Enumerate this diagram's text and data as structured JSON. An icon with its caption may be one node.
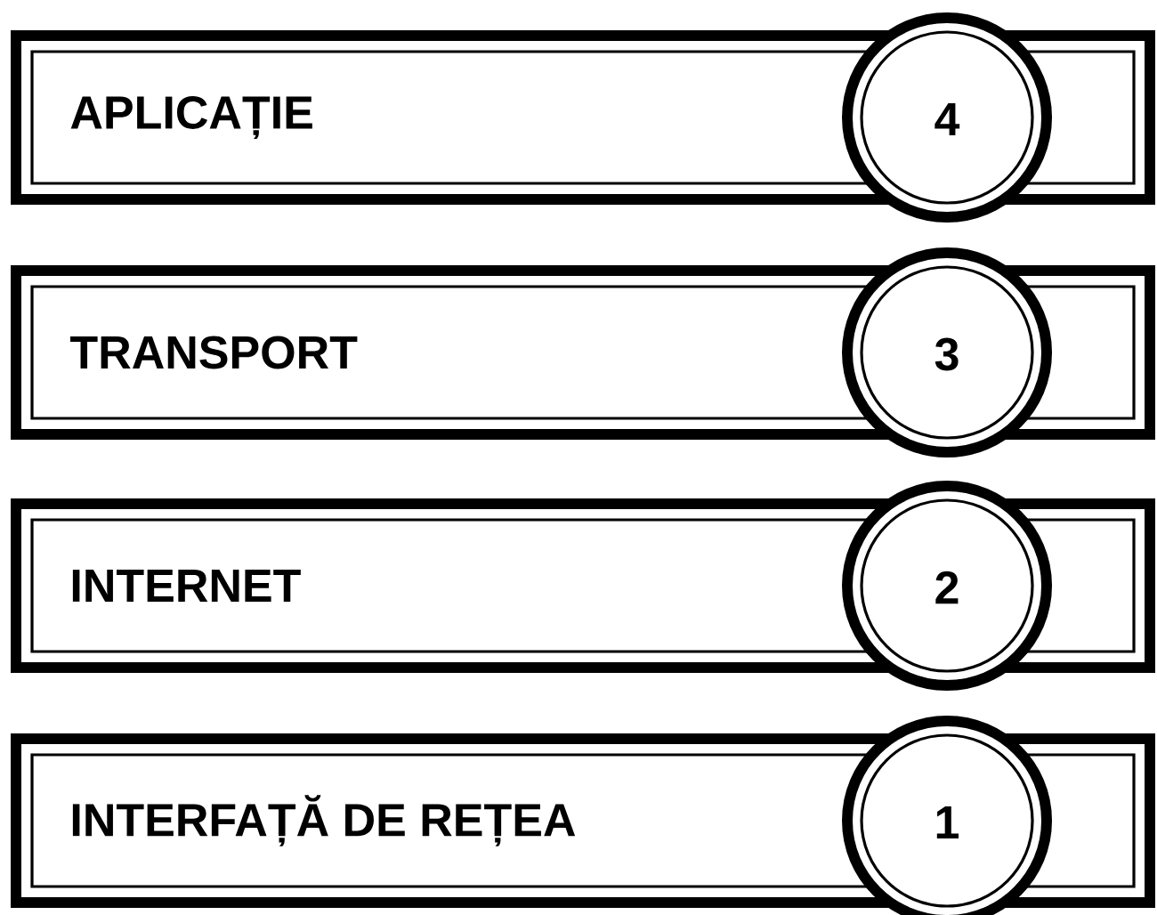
{
  "diagram": {
    "nodes": [
      {
        "text": [
          "APLICAȚIE"
        ]
      },
      {
        "text": [
          "4"
        ]
      },
      {
        "text": [
          "TRANSPORT"
        ]
      },
      {
        "text": [
          "3"
        ]
      },
      {
        "text": [
          "INTERNET"
        ]
      },
      {
        "text": [
          "2"
        ]
      },
      {
        "text": [
          "INTERFAȚĂ DE REȚEA"
        ]
      },
      {
        "text": [
          "1"
        ]
      }
    ]
  }
}
